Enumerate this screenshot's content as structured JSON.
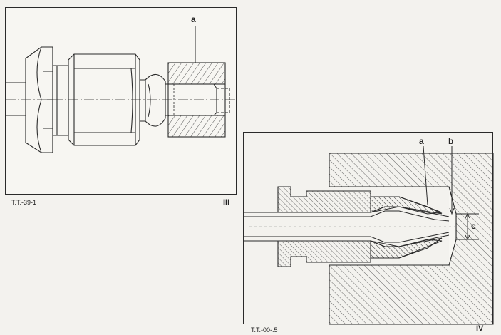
{
  "figure_iii": {
    "numeral": "III",
    "ref_code": "T.T.-39-1",
    "callout_a": "a"
  },
  "figure_iv": {
    "numeral": "IV",
    "ref_code": "T.T.-00-.5",
    "callout_a": "a",
    "callout_b": "b",
    "callout_c": "c"
  },
  "colors": {
    "line": "#2a2a2a",
    "hatch": "#555555",
    "paper": "#f7f6f2"
  }
}
